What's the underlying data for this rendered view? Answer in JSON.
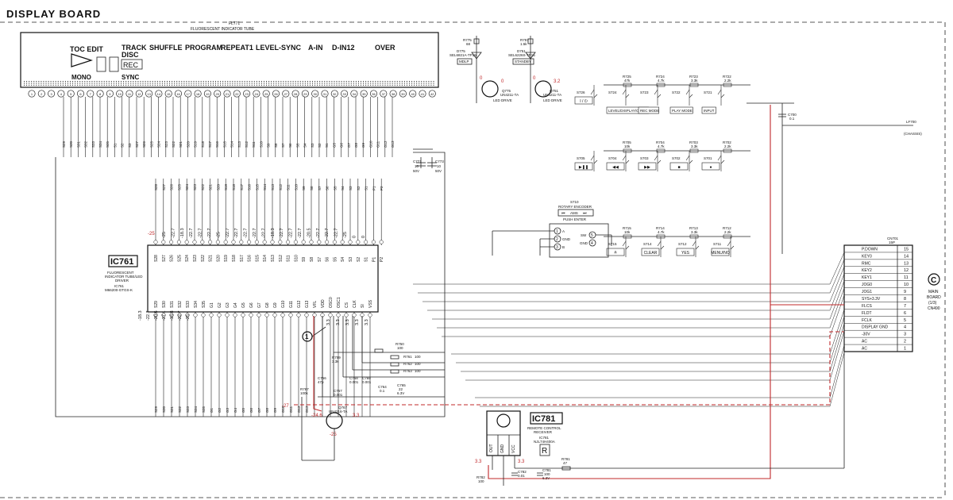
{
  "board_title": "DISPLAY BOARD",
  "tube": {
    "ref": "FL771",
    "desc": "FLUORESCENT INDICATOR TUBE",
    "labels": {
      "toc_edit": "TOC EDIT",
      "mono": "MONO",
      "track": "TRACK",
      "disc": "DISC",
      "rec": "REC",
      "sync": "SYNC",
      "shuffle": "SHUFFLE",
      "program": "PROGRAM",
      "repeat": "REPEAT1",
      "level_sync": "LEVEL-SYNC",
      "a_in": "A-IN",
      "d_in": "D-IN12",
      "over": "OVER"
    },
    "pin_count": 42,
    "top_lines": [
      "S29",
      "S30",
      "S31",
      "S32",
      "S33",
      "S34",
      "S35",
      "S1",
      "S2",
      "S3",
      "S27",
      "S26",
      "S25",
      "S24",
      "S23",
      "S22",
      "S21",
      "S20",
      "S19",
      "S18",
      "S17",
      "S16",
      "S15",
      "S14",
      "S13",
      "S12",
      "S11",
      "S10",
      "S9",
      "S8",
      "S7",
      "S6",
      "S5",
      "S4",
      "S3",
      "S2",
      "S1",
      "G5",
      "G6",
      "G7",
      "G8",
      "G9",
      "G10",
      "G11",
      "G12",
      "G13"
    ]
  },
  "ic761": {
    "name": "IC761",
    "desc": [
      "FLUORESCENT",
      "INDICATOR TUBE/LED",
      "DRIVER"
    ],
    "part": [
      "IC761",
      "M66200-GTGS-K"
    ],
    "top_pins": [
      "S28",
      "S27",
      "S26",
      "S25",
      "S24",
      "S23",
      "S22",
      "S21",
      "S20",
      "S19",
      "S18",
      "S17",
      "S16",
      "S15",
      "S14",
      "S13",
      "S12",
      "S11",
      "S10",
      "S9",
      "S8",
      "S7",
      "S6",
      "S5",
      "S4",
      "S3",
      "S2",
      "S1",
      "P1",
      "P2"
    ],
    "bottom_pins": [
      "S29",
      "S30",
      "S31",
      "S32",
      "S33",
      "S34",
      "S35",
      "G1",
      "G2",
      "G3",
      "G4",
      "G5",
      "G6",
      "G7",
      "G8",
      "G9",
      "G10",
      "G11",
      "G12",
      "G13",
      "VFL",
      "VDD",
      "OSC0",
      "OSC1",
      "CS",
      "CLK",
      "SI",
      "VSS"
    ],
    "top_volts": [
      "-25",
      "-22.7",
      "-18.3",
      "-22.7",
      "-22.7",
      "-22.7",
      "-25",
      "-22.7",
      "-22.7",
      "-22.7",
      "-22.7",
      "-22.7",
      "-18.3",
      "-22.7",
      "-22.7",
      "-22.7",
      "-20.5",
      "-22.7",
      "-22.7",
      "-22.7",
      "-25",
      "0",
      "0"
    ],
    "bottom_volts": [
      "-18.3",
      "-22.7",
      "-20.5",
      "-27.1",
      "-18.3",
      "-22.7",
      "-25",
      "-27",
      "3.3",
      "3.3",
      "3.3",
      "3.3",
      "3.3"
    ],
    "volt_left": "-25"
  },
  "leds": [
    {
      "ref": "D775",
      "part": "SEL6821A-TP15",
      "label": "MDLP",
      "res_ref": "R775",
      "res_val": "68"
    },
    {
      "ref": "D751",
      "part": "SEL6226S-TP15",
      "label": "STANDBY",
      "res_ref": "R757",
      "res_val": "1.5k"
    }
  ],
  "led_drivers": [
    {
      "ref": "Q775",
      "part": "UN4211-TA",
      "desc": "LED DRIVE",
      "v1": "0",
      "v2": "0"
    },
    {
      "ref": "Q751",
      "part": "UN4211-TA",
      "desc": "LED DRIVE",
      "v1": "0",
      "v2": "3.2"
    }
  ],
  "key_rows": [
    {
      "resistors": [
        [
          "R725",
          "47k"
        ],
        [
          "R724",
          "4.7k"
        ],
        [
          "R723",
          "3.3k"
        ],
        [
          "R722",
          "2.2k"
        ]
      ],
      "switches": [
        {
          "ref": "S726",
          "label": "I / ⏻",
          "caption": ""
        },
        {
          "ref": "S724",
          "label": "",
          "caption": "LEVEL/DISPLAY/CHAR"
        },
        {
          "ref": "S723",
          "label": "",
          "caption": "REC MODE"
        },
        {
          "ref": "S722",
          "label": "",
          "caption": "PLAY MODE"
        },
        {
          "ref": "S721",
          "label": "",
          "caption": "INPUT"
        }
      ]
    },
    {
      "resistors": [
        [
          "R705",
          "10k"
        ],
        [
          "R704",
          "4.7k"
        ],
        [
          "R703",
          "3.3k"
        ],
        [
          "R702",
          "2.2k"
        ]
      ],
      "switches": [
        {
          "ref": "S705",
          "label": "▶❚❚",
          "caption": ""
        },
        {
          "ref": "S704",
          "label": "◀◀",
          "caption": ""
        },
        {
          "ref": "S703",
          "label": "▶▶",
          "caption": ""
        },
        {
          "ref": "S702",
          "label": "■",
          "caption": ""
        },
        {
          "ref": "S701",
          "label": "●",
          "caption": ""
        }
      ]
    },
    {
      "resistors": [
        [
          "R715",
          "10k"
        ],
        [
          "R714",
          "4.7k"
        ],
        [
          "R713",
          "3.3k"
        ],
        [
          "R712",
          "2.2k"
        ]
      ],
      "switches": [
        {
          "ref": "S715",
          "label": "≜",
          "caption": ""
        },
        {
          "ref": "S714",
          "label": "CLEAR",
          "caption": ""
        },
        {
          "ref": "S712",
          "label": "YES",
          "caption": ""
        },
        {
          "ref": "S711",
          "label": "MENU/NO",
          "caption": ""
        }
      ]
    }
  ],
  "encoder": {
    "ref": "S710",
    "desc": "ROTARY ENCODER",
    "label": "AMS",
    "sub": "PUSH ENTER",
    "pins": [
      "A",
      "GND",
      "B"
    ],
    "sw_labels": [
      "SW",
      "GND"
    ],
    "pin_nums": [
      "1",
      "2",
      "3",
      "5",
      "4"
    ]
  },
  "lf_ref": "LF700",
  "chassis": "(CHASSIS)",
  "c700": [
    "C700",
    "0.1"
  ],
  "c_caps": [
    [
      "C771",
      "10",
      "50V"
    ],
    [
      "C773",
      "10",
      "50V"
    ]
  ],
  "connector": {
    "ref": "CN701",
    "pins_label": "15P",
    "rows": [
      {
        "sig": "P.DOWN",
        "n": "15"
      },
      {
        "sig": "KEY0",
        "n": "14"
      },
      {
        "sig": "RMC",
        "n": "13"
      },
      {
        "sig": "KEY2",
        "n": "12"
      },
      {
        "sig": "KEY1",
        "n": "11"
      },
      {
        "sig": "JOG0",
        "n": "10"
      },
      {
        "sig": "JOG1",
        "n": "9"
      },
      {
        "sig": "SYS+3.3V",
        "n": "8"
      },
      {
        "sig": "FLCS",
        "n": "7"
      },
      {
        "sig": "FLDT",
        "n": "6"
      },
      {
        "sig": "FCLK",
        "n": "5"
      },
      {
        "sig": "DISPLAY GND",
        "n": "4"
      },
      {
        "sig": "-30V",
        "n": "3"
      },
      {
        "sig": "AC",
        "n": "2"
      },
      {
        "sig": "AC",
        "n": "1"
      }
    ]
  },
  "main_board": {
    "letter": "C",
    "lines": [
      "MAIN",
      "BOARD",
      "(1/3)",
      "CN490"
    ]
  },
  "resistor_bank": [
    [
      "R750",
      "100"
    ],
    [
      "R761",
      "100"
    ],
    [
      "R762",
      "100"
    ],
    [
      "R763",
      "100"
    ]
  ],
  "r_misc": [
    [
      "R759",
      "3.3k"
    ],
    [
      "R767",
      "100k"
    ]
  ],
  "caps_misc": [
    [
      "C764",
      "0.1"
    ],
    [
      "C765",
      "22",
      "6.3V"
    ],
    [
      "C766",
      "47p"
    ],
    [
      "C767",
      "0.001"
    ],
    [
      "C768",
      "0.001"
    ],
    [
      "C769",
      "0.001"
    ]
  ],
  "q767": {
    "ref": "Q767",
    "part": "UN4216-TA",
    "v_left": "-24.6",
    "v_right": "3.3",
    "v_bottom": "-25"
  },
  "callout": "1",
  "ic781": {
    "name": "IC781",
    "desc": [
      "REMOTE CONTROL",
      "RECEIVER"
    ],
    "part": [
      "IC781",
      "NJL74H400A"
    ],
    "pins": [
      "OUT",
      "GND",
      "VCC"
    ],
    "volt_left": "3.3",
    "volt_right": "3.3",
    "symbol": "R"
  },
  "r781": [
    "R781",
    "47"
  ],
  "r782": [
    "R782",
    "100"
  ],
  "c782": [
    "C782",
    "0.01"
  ],
  "c781": [
    "C781",
    "100",
    "6.3V"
  ]
}
